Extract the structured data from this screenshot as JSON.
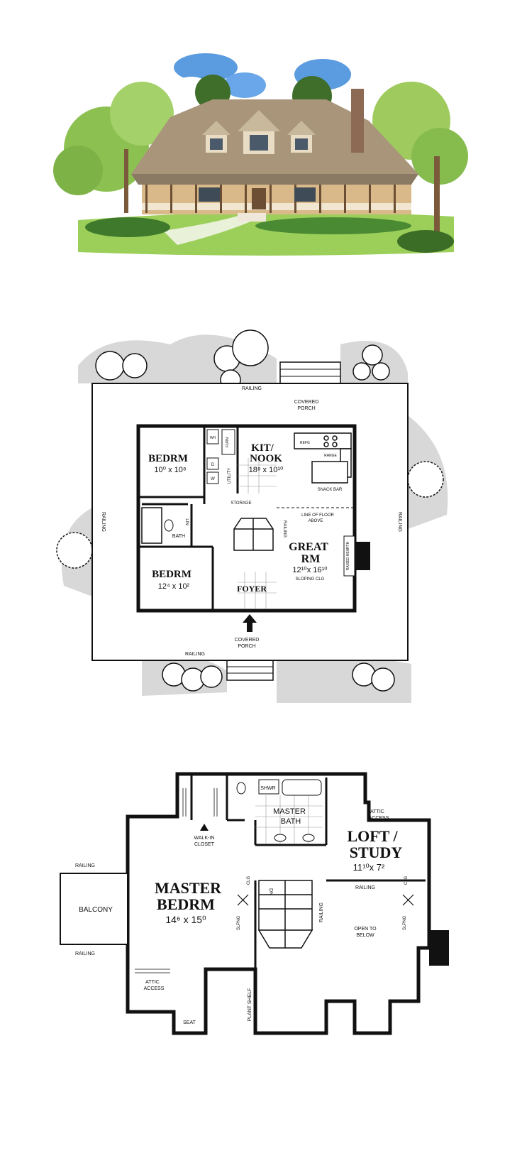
{
  "ground_floor": {
    "covered_porch_top": "COVERED",
    "covered_porch_top2": "PORCH",
    "covered_porch_bottom": "COVERED",
    "covered_porch_bottom2": "PORCH",
    "railing_top": "RAILING",
    "railing_bottom": "RAILING",
    "railing_left": "RAILING",
    "railing_right": "RAILING",
    "railing_inner": "RAILING",
    "bedrm1_name": "BEDRM",
    "bedrm1_size": "10⁰ x 10⁸",
    "bedrm2_name": "BEDRM",
    "bedrm2_size": "12⁴ x 10²",
    "bath": "BATH",
    "lin": "LIN",
    "utility": "UTILITY",
    "furn": "FURN",
    "wh": "WH",
    "w": "W",
    "d": "D",
    "storage": "STORAGE",
    "kit_name": "KIT/",
    "nook_name": "NOOK",
    "kit_size": "18⁸ x 10¹⁰",
    "refg": "REFG",
    "range": "RANGE",
    "snack_bar": "SNACK BAR",
    "line_floor_1": "LINE OF FLOOR",
    "line_floor_2": "ABOVE",
    "great_name": "GREAT",
    "great_name2": "RM",
    "great_size": "12¹⁰x 16¹⁰",
    "sloping": "SLOPING CLG",
    "hearth": "RAISED HEARTH",
    "foyer": "FOYER"
  },
  "upper_floor": {
    "shwr": "SHWR",
    "master_bath_1": "MASTER",
    "master_bath_2": "BATH",
    "walkin_1": "WALK-IN",
    "walkin_2": "CLOSET",
    "attic_access_top_1": "ATTIC",
    "attic_access_top_2": "ACCESS",
    "loft_1": "LOFT  /",
    "loft_2": "STUDY",
    "loft_size": "11¹⁰x  7²",
    "master_1": "MASTER",
    "master_2": "BEDRM",
    "master_size": "14⁶ x 15⁰",
    "railing_a": "RAILING",
    "railing_b": "RAILING",
    "railing_c": "RAILING",
    "railing_d": "RAILING",
    "balcony": "BALCONY",
    "slpng_1": "SLPNG",
    "clg_1": "CLG",
    "slpng_2": "SLPNG",
    "clg_2": "CLG",
    "dn": "DN",
    "open_1": "OPEN TO",
    "open_2": "BELOW",
    "attic_access_bot_1": "ATTIC",
    "attic_access_bot_2": "ACCESS",
    "seat": "SEAT",
    "plant_shelf": "PLANT SHELF"
  }
}
